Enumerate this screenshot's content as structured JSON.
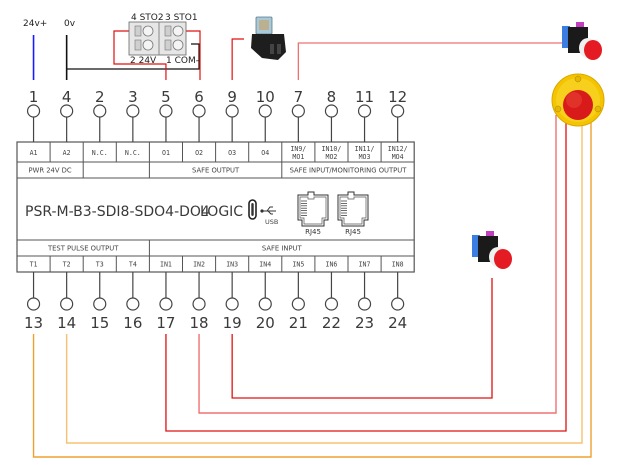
{
  "power": {
    "plus_label": "24v+",
    "zero_label": "0v"
  },
  "sto_connector": {
    "top_left": "4 STO2",
    "top_right": "3 STO1",
    "bottom_left": "2 24V",
    "bottom_right": "1 COM-"
  },
  "module": {
    "model": "PSR-M-B3-SDI8-SDO4-DO4",
    "logic_label": "LOGIC",
    "usb_label": "USB",
    "rj45_labels": [
      "RJ45",
      "RJ45"
    ],
    "top_terminals": [
      {
        "num": "1",
        "cell": [
          "A1"
        ]
      },
      {
        "num": "4",
        "cell": [
          "A2"
        ]
      },
      {
        "num": "2",
        "cell": [
          "N.C."
        ]
      },
      {
        "num": "3",
        "cell": [
          "N.C."
        ]
      },
      {
        "num": "5",
        "cell": [
          "O1"
        ]
      },
      {
        "num": "6",
        "cell": [
          "O2"
        ]
      },
      {
        "num": "9",
        "cell": [
          "O3"
        ]
      },
      {
        "num": "10",
        "cell": [
          "O4"
        ]
      },
      {
        "num": "7",
        "cell": [
          "IN9/",
          "MO1"
        ]
      },
      {
        "num": "8",
        "cell": [
          "IN10/",
          "MO2"
        ]
      },
      {
        "num": "11",
        "cell": [
          "IN11/",
          "MO3"
        ]
      },
      {
        "num": "12",
        "cell": [
          "IN12/",
          "MO4"
        ]
      }
    ],
    "top_groups": [
      "PWR 24V DC",
      "",
      "SAFE OUTPUT",
      "SAFE INPUT/MONITORING OUTPUT"
    ],
    "bottom_groups": [
      "TEST PULSE OUTPUT",
      "SAFE INPUT"
    ],
    "bottom_terminals": [
      {
        "num": "13",
        "cell": "T1"
      },
      {
        "num": "14",
        "cell": "T2"
      },
      {
        "num": "15",
        "cell": "T3"
      },
      {
        "num": "16",
        "cell": "T4"
      },
      {
        "num": "17",
        "cell": "IN1"
      },
      {
        "num": "18",
        "cell": "IN2"
      },
      {
        "num": "19",
        "cell": "IN3"
      },
      {
        "num": "20",
        "cell": "IN4"
      },
      {
        "num": "21",
        "cell": "IN5"
      },
      {
        "num": "22",
        "cell": "IN6"
      },
      {
        "num": "23",
        "cell": "IN7"
      },
      {
        "num": "24",
        "cell": "IN8"
      }
    ]
  },
  "devices": [
    {
      "name": "relay",
      "kind": "relay-with-socket"
    },
    {
      "name": "pushbutton-top",
      "kind": "red-pushbutton"
    },
    {
      "name": "emergency-stop",
      "kind": "emergency-stop-button"
    },
    {
      "name": "pushbutton-middle",
      "kind": "red-pushbutton"
    }
  ],
  "colors": {
    "plus_wire": "#1a1aff",
    "zero_wire": "#111111",
    "red_wire": "#e01010",
    "light_red_wire": "#f07070",
    "orange_wire": "#f0a030",
    "light_orange_wire": "#f8c070",
    "outline": "#555555"
  }
}
